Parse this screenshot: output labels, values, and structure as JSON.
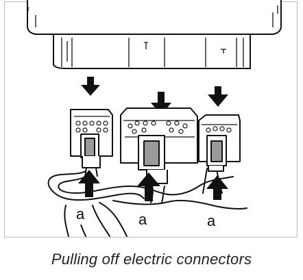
{
  "figure": {
    "callouts": [
      {
        "id": "left",
        "label": "a"
      },
      {
        "id": "middle",
        "label": "a"
      },
      {
        "id": "right",
        "label": "a"
      }
    ],
    "caption": "Pulling off electric connectors"
  },
  "colors": {
    "line": "#111111",
    "housing_fill": "#ffffff",
    "latch_fill": "#9a9a9a",
    "frame_border": "#bdbdbd"
  }
}
